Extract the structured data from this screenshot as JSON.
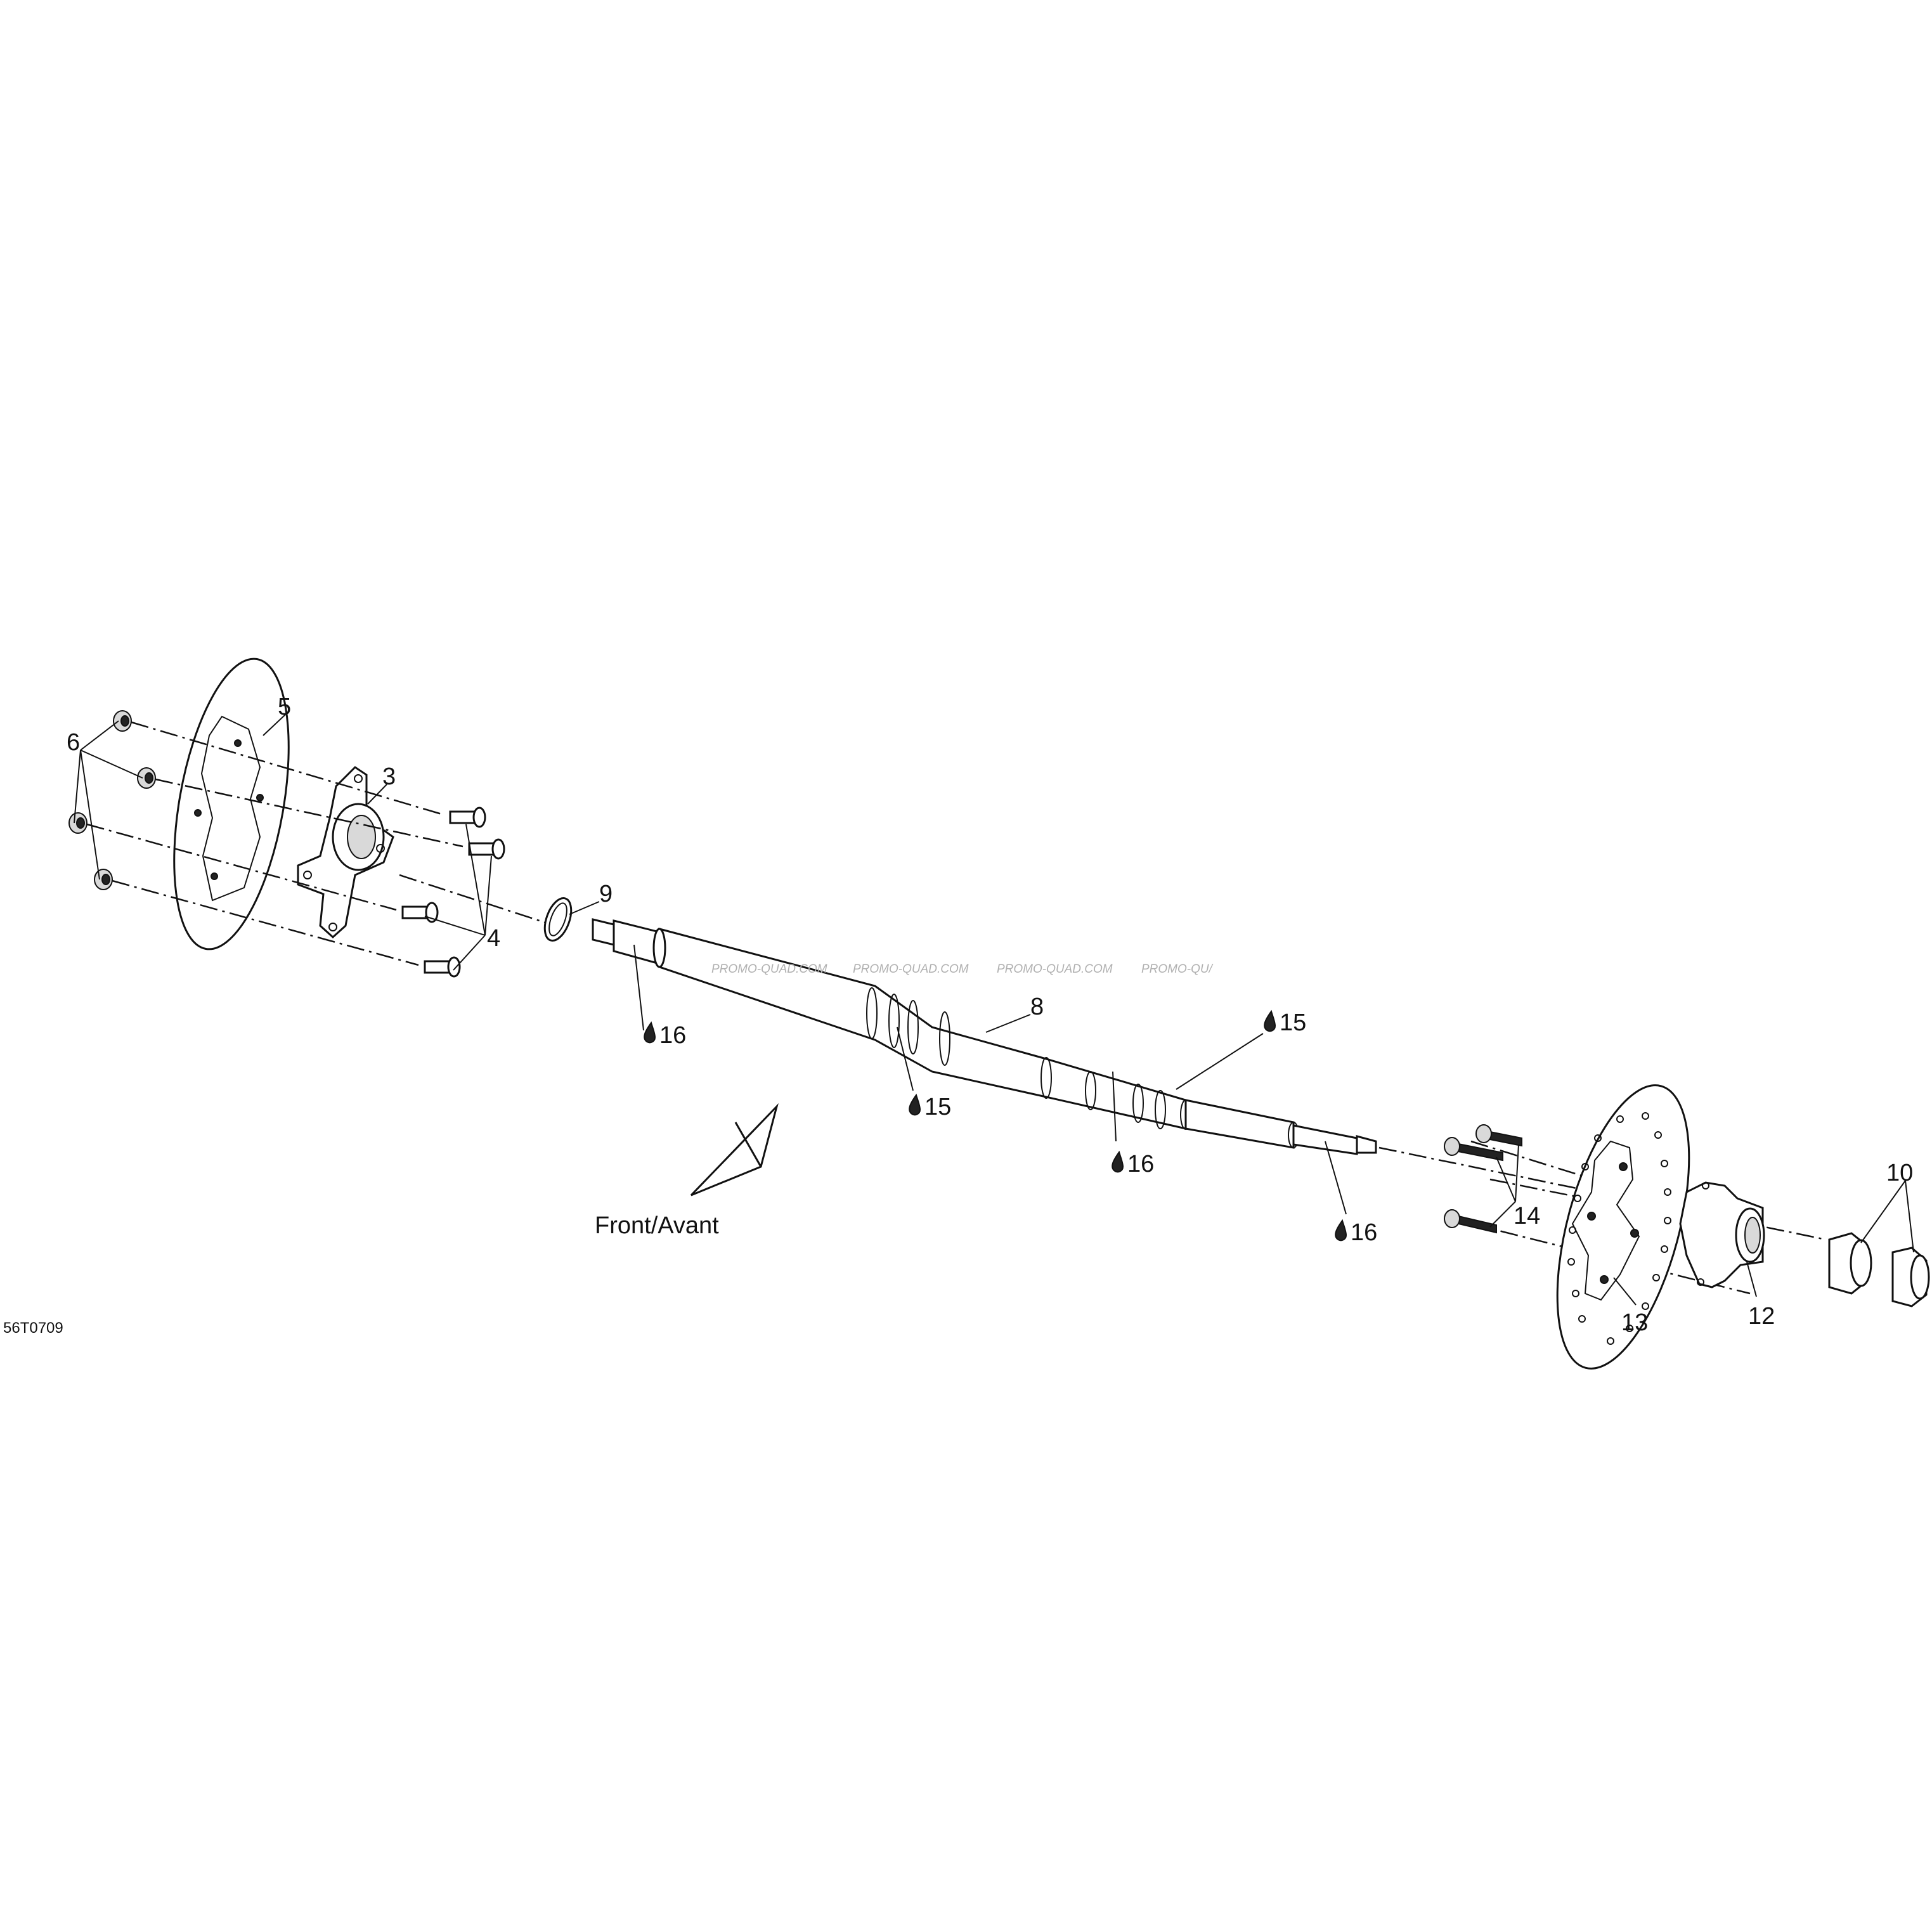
{
  "callouts": {
    "c3": "3",
    "c4": "4",
    "c5": "5",
    "c6": "6",
    "c8": "8",
    "c9": "9",
    "c10": "10",
    "c12": "12",
    "c13": "13",
    "c14": "14",
    "c15a": "15",
    "c15b": "15",
    "c16a": "16",
    "c16b": "16",
    "c16c": "16"
  },
  "front_label": "Front/Avant",
  "figure_code": "56T0709",
  "watermark": [
    "PROMO-QUAD.COM",
    "PROMO-QUAD.COM",
    "PROMO-QUAD.COM",
    "PROMO-QU/"
  ]
}
